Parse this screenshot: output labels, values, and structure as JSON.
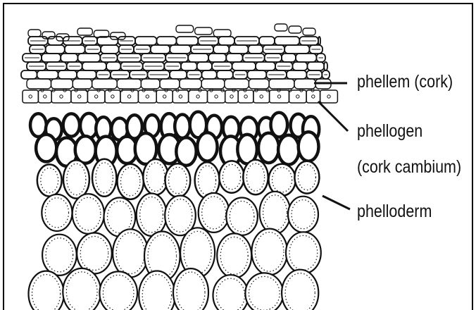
{
  "labels": {
    "phellem": "phellem (cork)",
    "phellogen_line1": "phellogen",
    "phellogen_line2": "(cork cambium)",
    "phelloderm": "phelloderm"
  },
  "colors": {
    "ink": "#111111",
    "background": "#ffffff"
  }
}
